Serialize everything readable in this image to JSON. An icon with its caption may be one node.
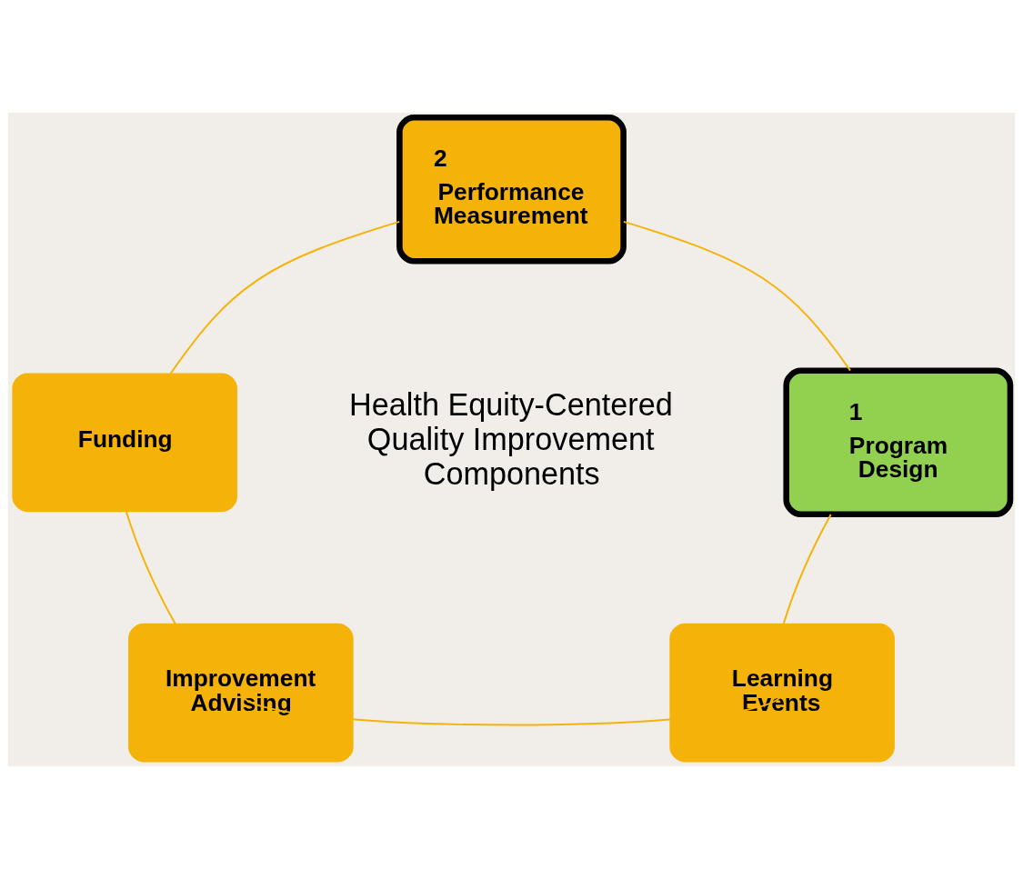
{
  "diagram": {
    "nodes": [
      {
        "text": [
          "2",
          "Performance Measurement"
        ]
      },
      {
        "text": [
          "Funding"
        ]
      },
      {
        "text": [
          "1",
          "Program Design"
        ]
      },
      {
        "text": [
          "Improvement Advising"
        ]
      },
      {
        "text": [
          "Learning Events"
        ]
      }
    ],
    "edges": [
      {
        "from": 0,
        "to": 2,
        "arrow": "none"
      },
      {
        "from": 2,
        "to": 4,
        "arrow": "none"
      },
      {
        "from": 4,
        "to": 3,
        "arrow": "none"
      },
      {
        "from": 3,
        "to": 1,
        "arrow": "none"
      },
      {
        "from": 1,
        "to": 0,
        "arrow": "none"
      }
    ],
    "labels": [
      "Health Equity-Centered Quality Improvement Components"
    ]
  }
}
